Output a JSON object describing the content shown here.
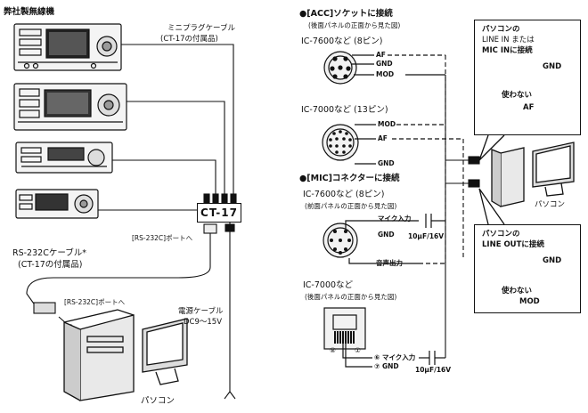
{
  "left": {
    "title": "弊社製無線機",
    "mini_plug_cable_l1": "ミニプラグケーブル",
    "mini_plug_cable_l2": "(CT-17の付属品)",
    "ct17": "CT-17",
    "rs232c_port_ct": "[RS-232C]ポートへ",
    "rs232c_cable_l1": "RS-232Cケーブル*",
    "rs232c_cable_l2": "(CT-17の付属品)",
    "rs232c_port_pc": "[RS-232C]ポートへ",
    "power_cable_l1": "電源ケーブル",
    "power_cable_l2": "DC9〜15V",
    "pc_label": "パソコン"
  },
  "acc": {
    "heading": "●[ACC]ソケットに接続",
    "sub": "(後面パネルの正面から見た図)",
    "ic7600": "IC-7600など (8ピン)",
    "af": "AF",
    "gnd": "GND",
    "mod": "MOD",
    "ic7000": "IC-7000など (13ピン)",
    "mod2": "MOD",
    "af2": "AF",
    "gnd2": "GND"
  },
  "mic": {
    "heading": "●[MIC]コネクターに接続",
    "ic7600": "IC-7600など (8ピン)",
    "sub": "(前面パネルの正面から見た図)",
    "mic_in": "マイク入力",
    "gnd": "GND",
    "cap": "10μF/16V",
    "audio_out": "音声出力",
    "ic7000": "IC-7000など",
    "sub2": "(後面パネルの正面から見た図)",
    "pin8": "⑧",
    "pin1": "①",
    "mic_in2": "⑥ マイク入力",
    "gnd2": "⑦ GND",
    "cap2": "10μF/16V"
  },
  "callout_top": {
    "line1": "パソコンの",
    "line2": "LINE IN または",
    "line3": "MIC INに接続",
    "gnd": "GND",
    "unused": "使わない",
    "af": "AF"
  },
  "callout_bottom": {
    "line1": "パソコンの",
    "line2": "LINE OUTに接続",
    "gnd": "GND",
    "unused": "使わない",
    "mod": "MOD"
  },
  "right_pc_label": "パソコン"
}
